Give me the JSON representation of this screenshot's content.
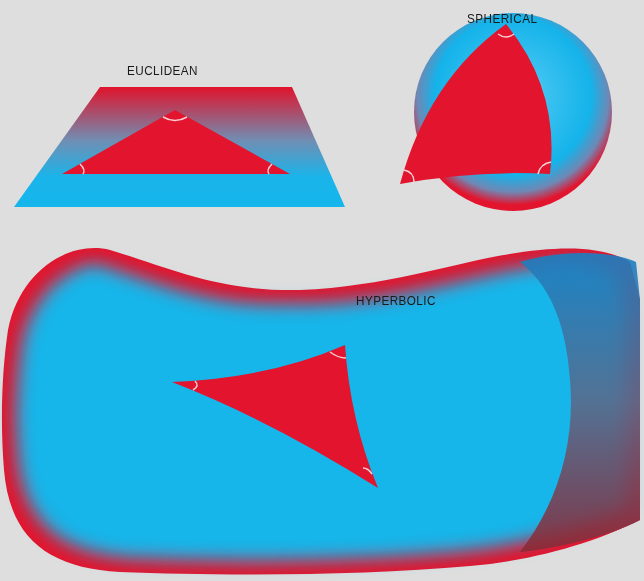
{
  "diagram": {
    "labels": [
      "EUCLIDEAN",
      "SPHERICAL",
      "HYPERBOLIC"
    ]
  }
}
